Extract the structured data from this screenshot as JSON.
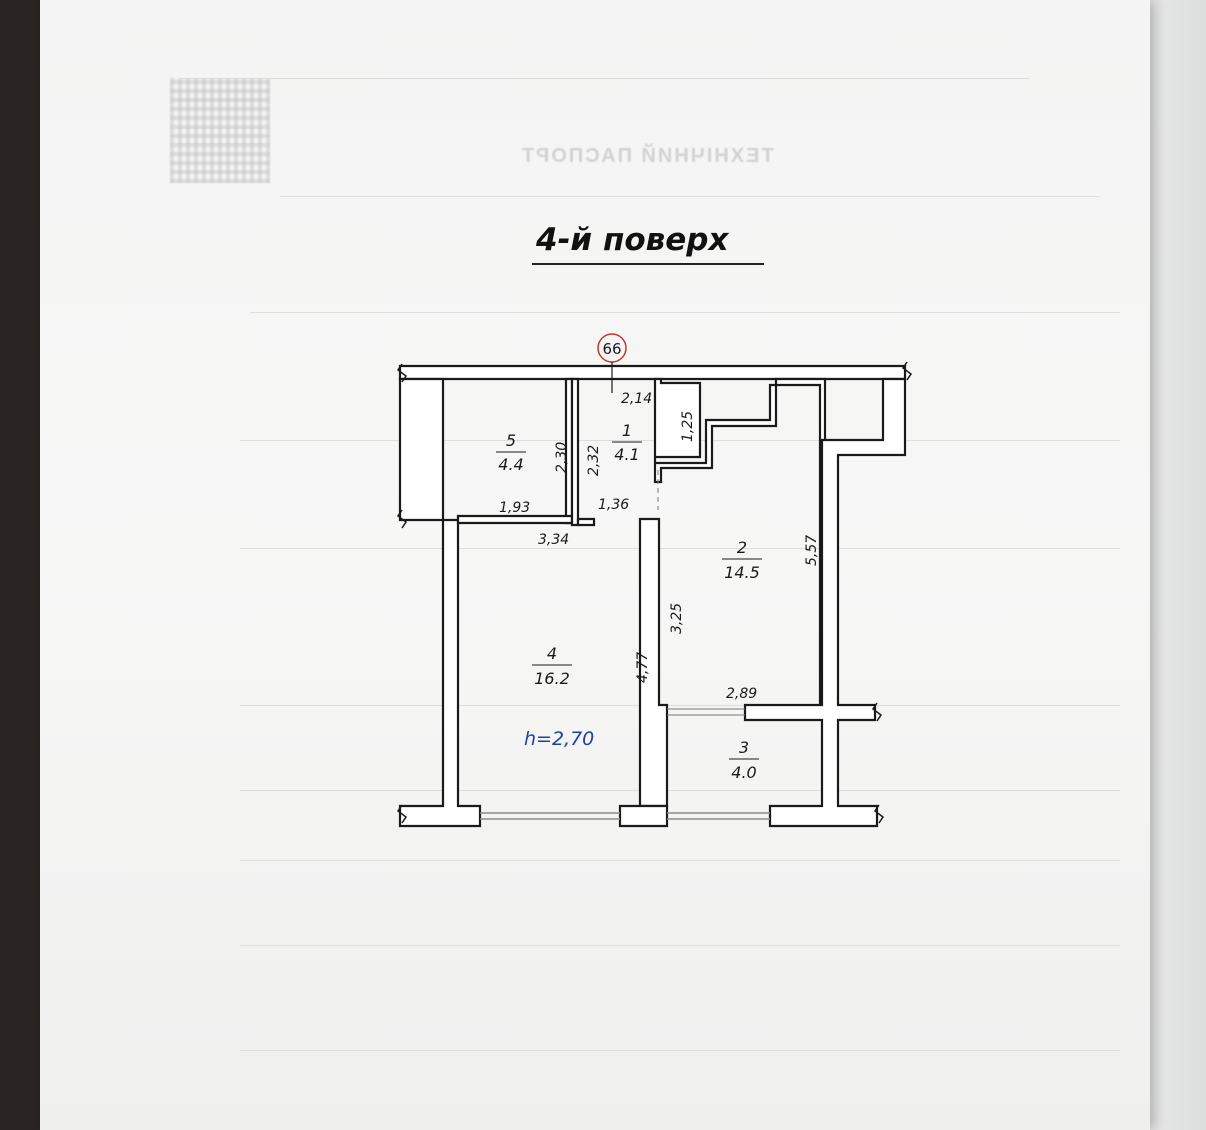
{
  "document": {
    "floor_title": "4-й поверх",
    "axis_marker": "66",
    "ceiling_height": "h=2,70"
  },
  "rooms": [
    {
      "number": "1",
      "area": "4.1"
    },
    {
      "number": "2",
      "area": "14.5"
    },
    {
      "number": "3",
      "area": "4.0"
    },
    {
      "number": "4",
      "area": "16.2"
    },
    {
      "number": "5",
      "area": "4.4"
    }
  ],
  "dimensions": {
    "d_2_14": "2,14",
    "d_1_25": "1,25",
    "d_2_30": "2,30",
    "d_2_32": "2,32",
    "d_1_93": "1,93",
    "d_1_36": "1,36",
    "d_3_34": "3,34",
    "d_5_57": "5,57",
    "d_3_25": "3,25",
    "d_4_77": "4,77",
    "d_2_89": "2,89"
  },
  "colors": {
    "ink": "#1a1a1a",
    "wall_fill": "#ffffff",
    "window": "#8c8c8c",
    "marker": "#c0392b",
    "height_label": "#1f3fa3",
    "paper": "#f5f5f4"
  }
}
